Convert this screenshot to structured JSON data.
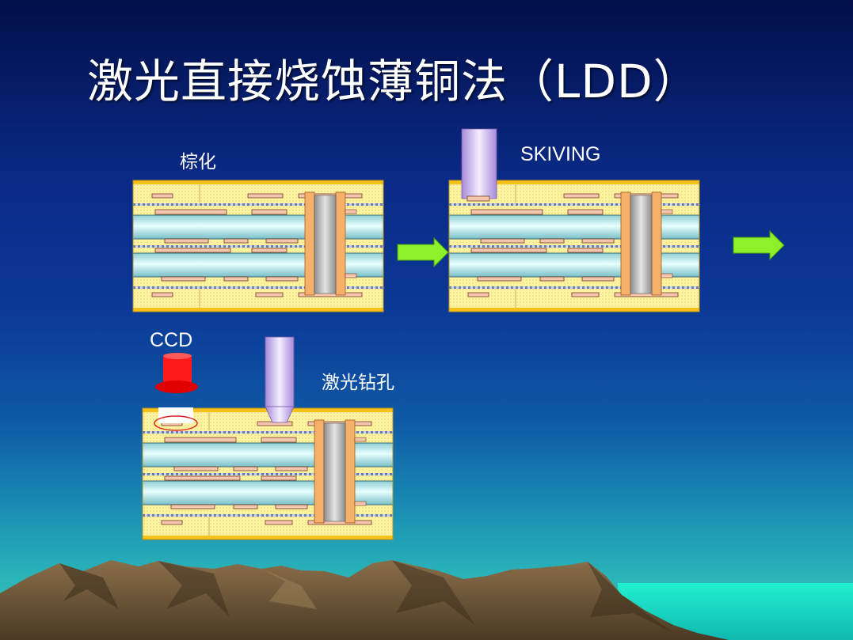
{
  "slide": {
    "title": "激光直接烧蚀薄铜法（LDD）"
  },
  "labels": {
    "step1": "棕化",
    "step2": "SKIVING",
    "ccd": "CCD",
    "step3": "激光钻孔"
  },
  "colors": {
    "copper_foil": "#f6c21a",
    "prepreg": "#fdf3a0",
    "core": "#bfe9ea",
    "pad": "#f4c6b0",
    "via_plating": "#f5b06a",
    "arrow": "#8ef02a",
    "ccd_camera": "#ff1a1a",
    "laser_beam": "#d6c6f2"
  }
}
